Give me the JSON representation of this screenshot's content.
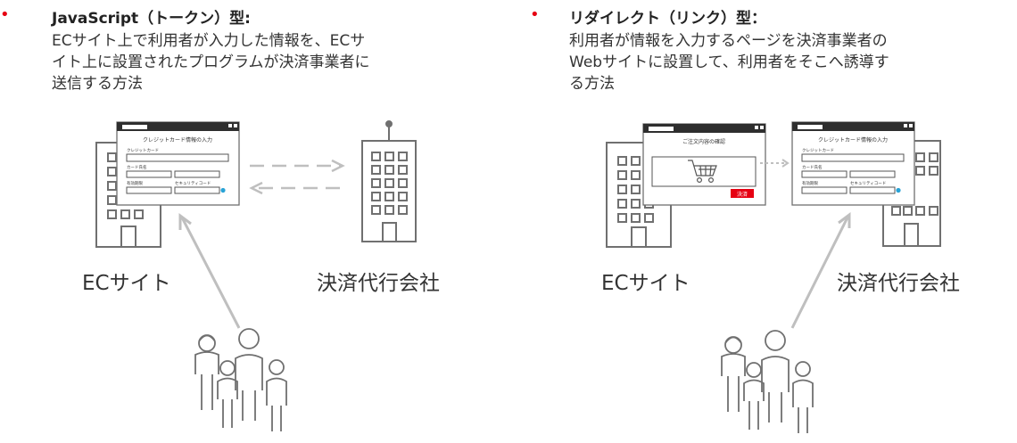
{
  "left": {
    "title": "JavaScript（トークン）型:",
    "description": [
      "ECサイト上で利用者が入力した情報を、ECサ",
      "イト上に設置されたプログラムが決済事業者に",
      "送信する方法"
    ],
    "ec_label": "ECサイト",
    "payment_label": "決済代行会社",
    "form": {
      "title": "クレジットカード情報の入力",
      "card_label": "クレジットカード",
      "name_label": "カード氏名",
      "expiry_label": "有効期限",
      "security_label": "セキュリティコード"
    }
  },
  "right": {
    "title": "リダイレクト（リンク）型：",
    "description": [
      "利用者が情報を入力するページを決済事業者の",
      "Webサイトに設置して、利用者をそこへ誘導す",
      "る方法"
    ],
    "ec_label": "ECサイト",
    "payment_label": "決済代行会社",
    "order": {
      "title": "ご注文内容の確認",
      "pay_button": "決済"
    },
    "form": {
      "title": "クレジットカード情報の入力",
      "card_label": "クレジットカード",
      "name_label": "カード氏名",
      "expiry_label": "有効期限",
      "security_label": "セキュリティコード"
    }
  },
  "colors": {
    "bullet": "#e60012",
    "pay_button": "#e60012",
    "icon_gray": "#707070",
    "arrow_gray": "#bfbfbf"
  },
  "icons": [
    "building-icon",
    "browser-window-icon",
    "shopping-cart-icon",
    "family-users-icon",
    "arrow-icon"
  ]
}
